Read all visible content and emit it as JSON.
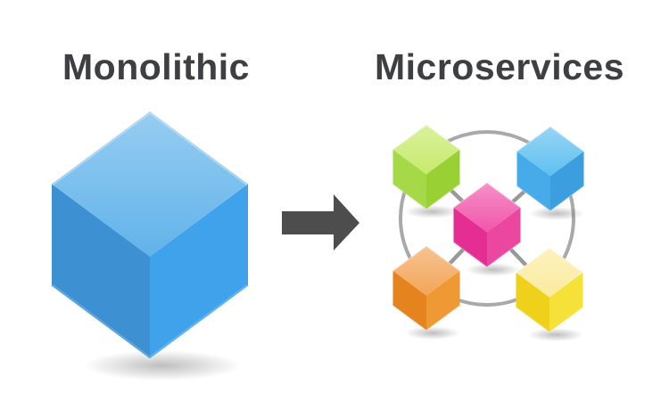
{
  "diagram": {
    "background": "#ffffff",
    "title_color": "#3d3f42",
    "left_panel": {
      "title": "Monolithic",
      "cube": {
        "id": "monolith-cube",
        "faces": {
          "top": "#61b3ea",
          "left": "#3d90d1",
          "right": "#3fa2ea"
        },
        "edge_highlight": "rgba(255,255,255,0.30)"
      }
    },
    "arrow": {
      "id": "transformation-arrow",
      "color": "#4d4d4d"
    },
    "right_panel": {
      "title": "Microservices",
      "ring_color": "#a9a9a9",
      "link_color": "#999999",
      "cubes": [
        {
          "id": "service-cube-green",
          "position": "top-left",
          "faces": {
            "top": "#c7ea6c",
            "left": "#a5d947",
            "right": "#99d134"
          }
        },
        {
          "id": "service-cube-blue",
          "position": "top-right",
          "faces": {
            "top": "#5fc0f1",
            "left": "#47abe9",
            "right": "#3c9ede"
          }
        },
        {
          "id": "service-cube-pink",
          "position": "center",
          "faces": {
            "top": "#f156aa",
            "left": "#e42e93",
            "right": "#ec47a0"
          }
        },
        {
          "id": "service-cube-orange",
          "position": "bottom-left",
          "faces": {
            "top": "#f3a558",
            "left": "#e5831f",
            "right": "#ef9934"
          }
        },
        {
          "id": "service-cube-yellow",
          "position": "bottom-right",
          "faces": {
            "top": "#fbeb9e",
            "left": "#efd11c",
            "right": "#f6e139"
          }
        }
      ]
    }
  }
}
